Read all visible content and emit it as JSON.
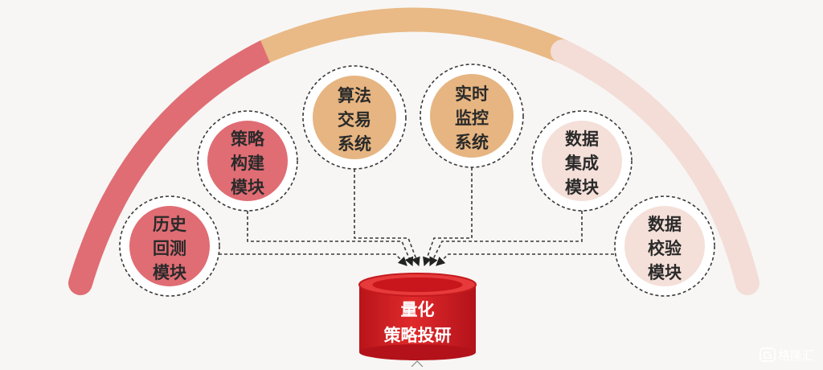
{
  "colors": {
    "arc_left": "#e06d74",
    "arc_top": "#e9b986",
    "arc_right": "#f3ddd6",
    "node_red": "#e06d74",
    "node_tan": "#e6b581",
    "node_pink": "#f4e0d9",
    "core": "#d81e1f",
    "dash": "#3a3a3a"
  },
  "modules": [
    {
      "id": "history-backtest",
      "lines": [
        "历史",
        "回测",
        "模块"
      ],
      "fill": "node_red"
    },
    {
      "id": "strategy-build",
      "lines": [
        "策略",
        "构建",
        "模块"
      ],
      "fill": "node_red"
    },
    {
      "id": "algo-trading",
      "lines": [
        "算法",
        "交易",
        "系统"
      ],
      "fill": "node_tan"
    },
    {
      "id": "realtime-monitor",
      "lines": [
        "实时",
        "监控",
        "系统"
      ],
      "fill": "node_tan"
    },
    {
      "id": "data-integration",
      "lines": [
        "数据",
        "集成",
        "模块"
      ],
      "fill": "node_pink"
    },
    {
      "id": "data-validation",
      "lines": [
        "数据",
        "校验",
        "模块"
      ],
      "fill": "node_pink"
    }
  ],
  "core": {
    "lines": [
      "量化",
      "策略投研"
    ]
  },
  "watermark": {
    "text": "格隆汇",
    "icon": "g-logo-icon"
  }
}
